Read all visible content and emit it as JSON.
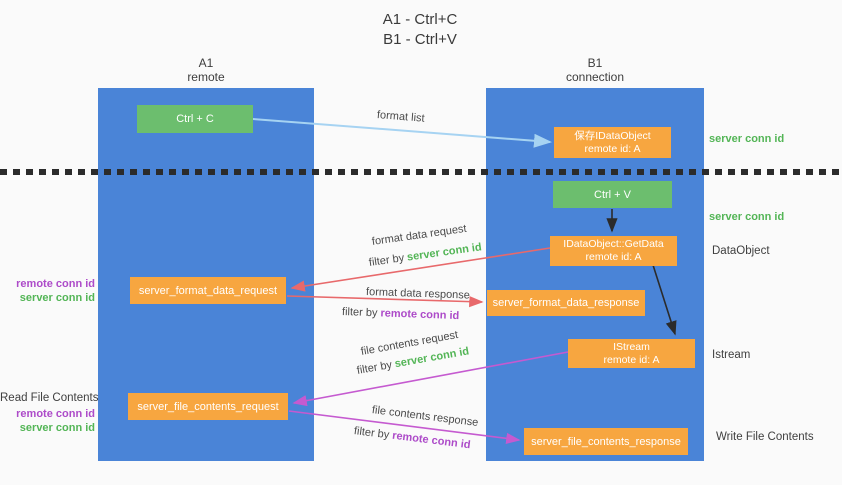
{
  "title": {
    "line1": "A1 - Ctrl+C",
    "line2": "B1 - Ctrl+V"
  },
  "lanes": {
    "a": {
      "name": "A1",
      "sub": "remote"
    },
    "b": {
      "name": "B1",
      "sub": "connection"
    }
  },
  "boxes": {
    "ctrl_c": "Ctrl + C",
    "ctrl_v": "Ctrl + V",
    "save_dataobject": {
      "line1": "保存IDataObject",
      "line2": "remote id: A"
    },
    "getdata": {
      "line1": "IDataObject::GetData",
      "line2": "remote id: A"
    },
    "istream": {
      "line1": "IStream",
      "line2": "remote id: A"
    },
    "format_request": "server_format_data_request",
    "format_response": "server_format_data_response",
    "file_request": "server_file_contents_request",
    "file_response": "server_file_contents_response"
  },
  "labels": {
    "format_list": "format list",
    "format_data_request": "format data request",
    "format_data_response": "format data response",
    "file_contents_request": "file contents request",
    "file_contents_response": "file contents response",
    "filter_by": "filter by",
    "server_conn_id": "server conn id",
    "remote_conn_id": "remote conn id",
    "dataobject": "DataObject",
    "istream": "Istream",
    "read_file_contents": "Read File Contents",
    "write_file_contents": "Write File Contents"
  },
  "colors": {
    "lane_blue": "#4a84d7",
    "green_box": "#6cbe6e",
    "orange_box": "#f7a640",
    "green_text": "#53b556",
    "purple_text": "#ad4bc9",
    "red_arrow": "#e8696b",
    "magenta_arrow": "#c55ad0",
    "light_blue_arrow": "#a6d3f2",
    "divider": "#2b2b2b"
  }
}
